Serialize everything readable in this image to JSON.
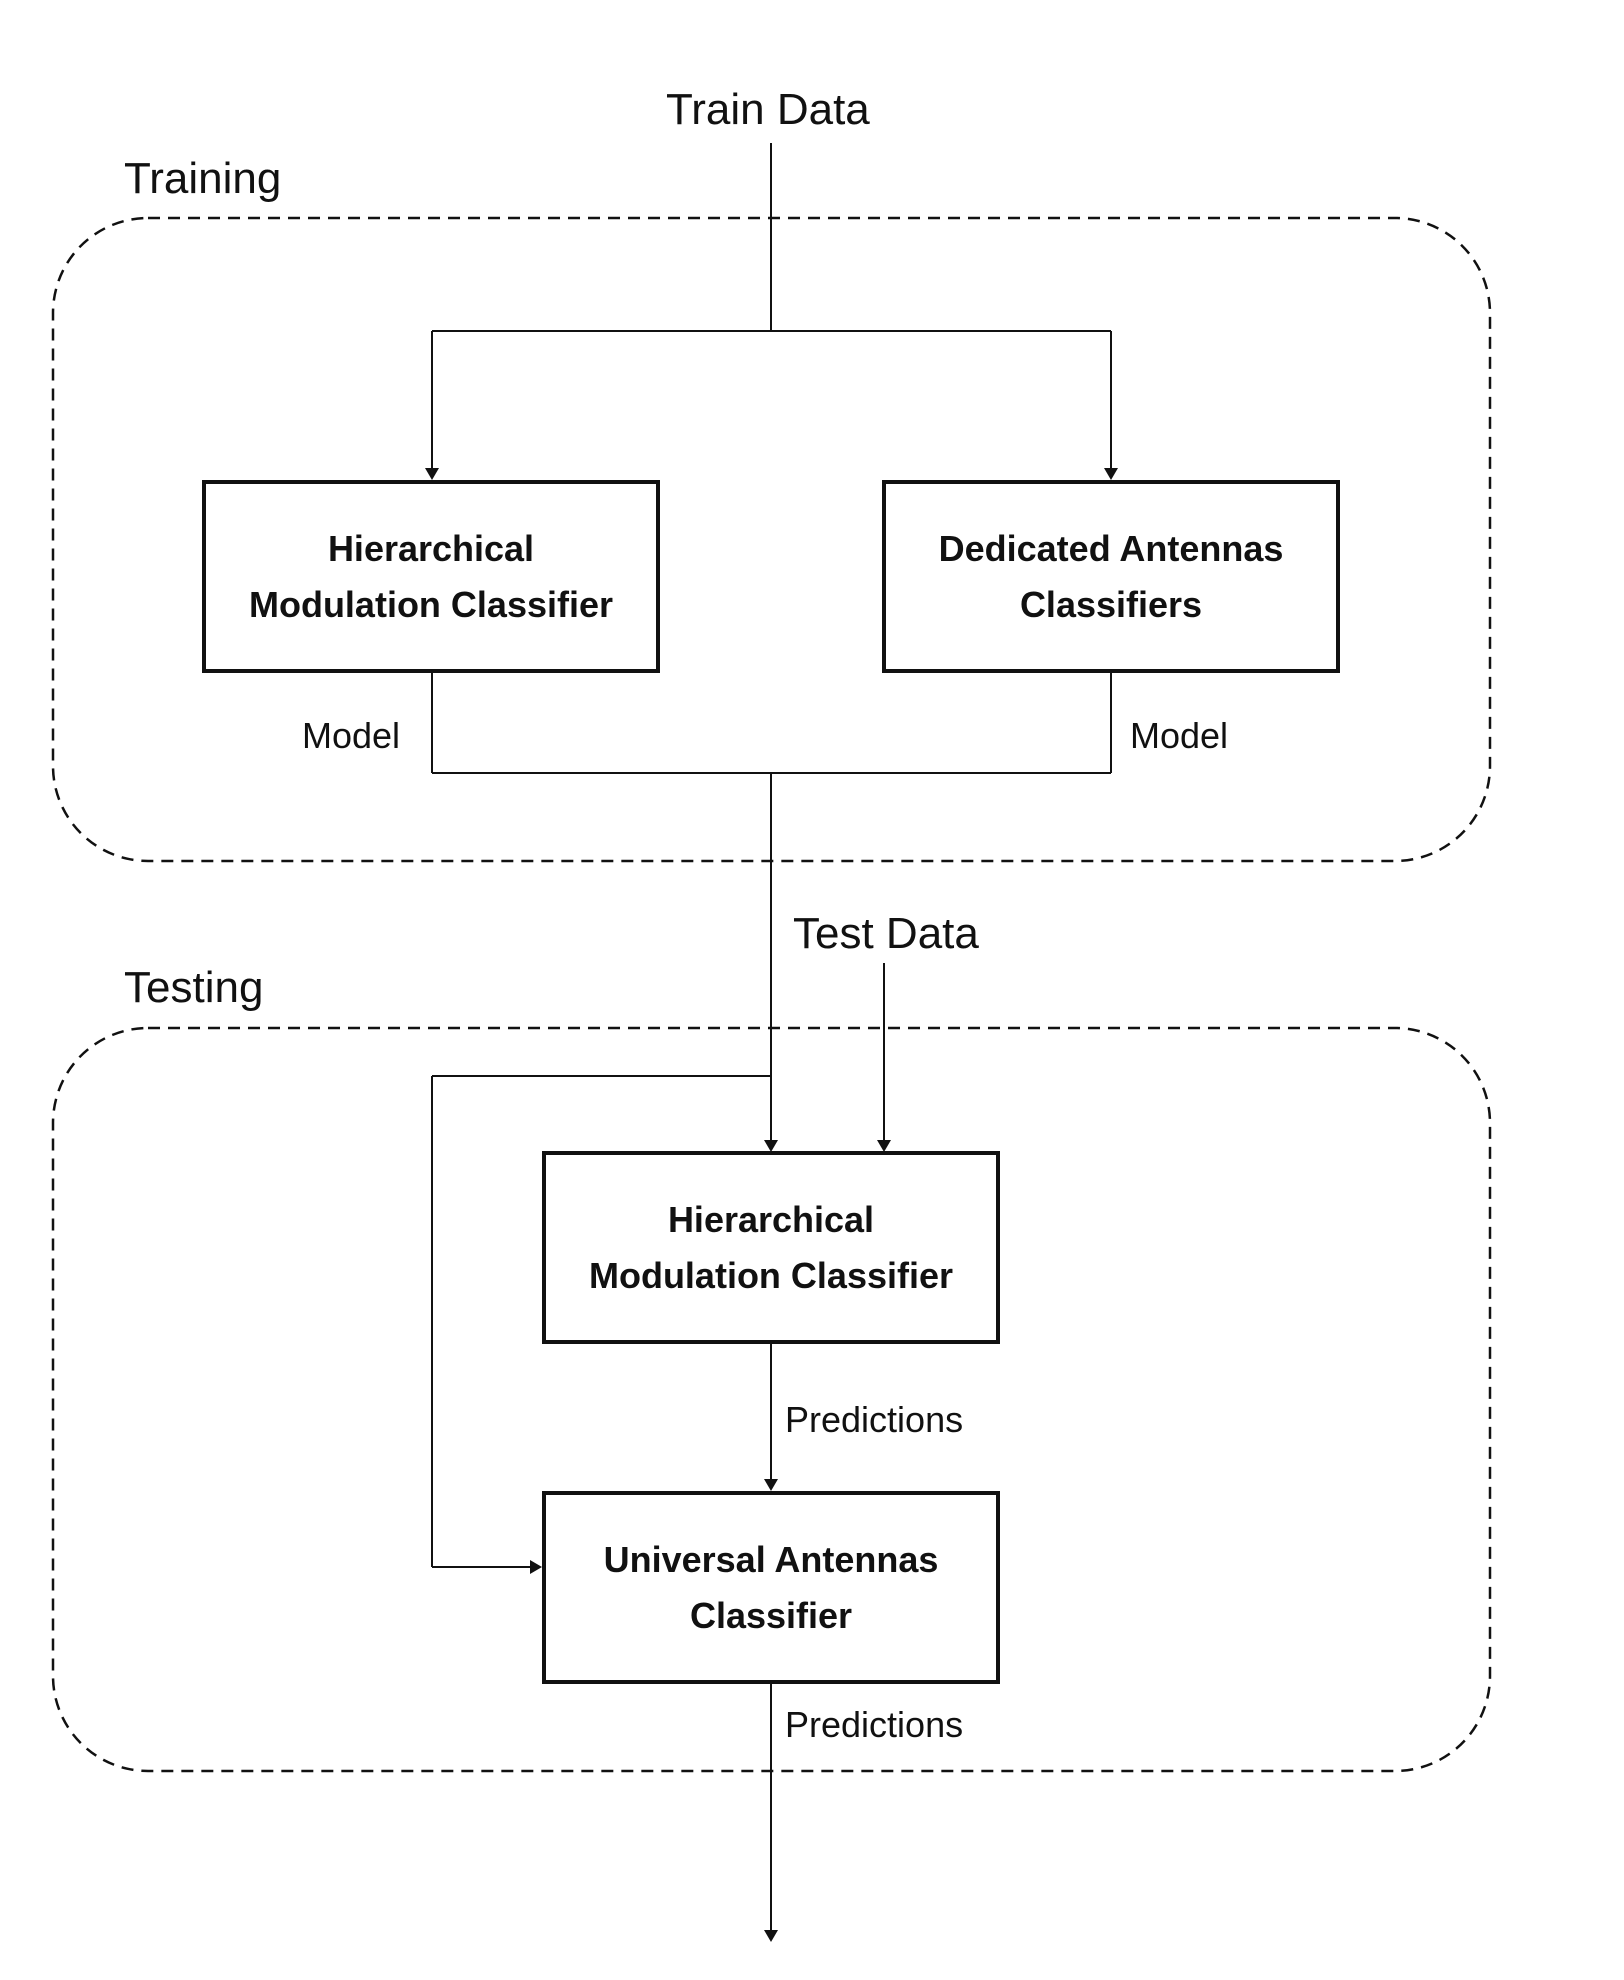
{
  "inputs": {
    "train_data": "Train Data",
    "test_data": "Test Data"
  },
  "sections": {
    "training": "Training",
    "testing": "Testing"
  },
  "training_nodes": {
    "hierarchical": {
      "line1": "Hierarchical",
      "line2": "Modulation Classifier"
    },
    "dedicated": {
      "line1": "Dedicated Antennas",
      "line2": "Classifiers"
    }
  },
  "testing_nodes": {
    "hierarchical": {
      "line1": "Hierarchical",
      "line2": "Modulation Classifier"
    },
    "universal": {
      "line1": "Universal Antennas",
      "line2": "Classifier"
    }
  },
  "edge_labels": {
    "model_left": "Model",
    "model_right": "Model",
    "predictions_mid": "Predictions",
    "predictions_out": "Predictions"
  },
  "colors": {
    "stroke": "#111111",
    "background": "#ffffff"
  }
}
